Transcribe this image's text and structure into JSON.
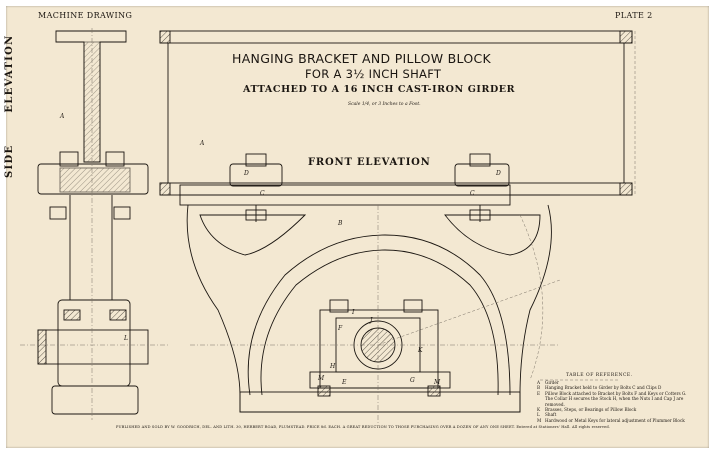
{
  "header": {
    "left": "MACHINE DRAWING",
    "right": "PLATE 2"
  },
  "title": {
    "line1": "HANGING BRACKET AND PILLOW BLOCK",
    "line2": "FOR A 3½ INCH SHAFT",
    "line3": "ATTACHED TO A 16 INCH CAST-IRON GIRDER",
    "scale": "Scale 1/4, or 3 Inches to a Foot."
  },
  "views": {
    "front": "FRONT ELEVATION",
    "side_word1": "SIDE",
    "side_word2": "ELEVATION"
  },
  "reference": {
    "title": "TABLE OF REFERENCE.",
    "items": [
      {
        "key": "A",
        "text": "Girder"
      },
      {
        "key": "B",
        "text": "Hanging Bracket held to Girder by Bolts C and Clips D"
      },
      {
        "key": "E",
        "text": "Pillow Block attached to Bracket by Bolts F and Keys or Cotters G. The Collar H secures the Stock H, when the Nuts I and Cap J are removed."
      },
      {
        "key": "K",
        "text": "Brasses, Steps, or Bearings of Pillow Block"
      },
      {
        "key": "L",
        "text": "Shaft"
      },
      {
        "key": "M",
        "text": "Hardwood or Metal Keys for lateral adjustment of Plummer Block"
      }
    ]
  },
  "footer": "PUBLISHED AND SOLD BY W. GOODRICH, DEL. AND LITH. 30, HERBERT ROAD, PLUMSTEAD.  PRICE 8d. EACH. A GREAT REDUCTION TO THOSE PURCHASING OVER A DOZEN OF ANY ONE SHEET.  Entered at Stationers' Hall.  All rights reserved.",
  "labels": {
    "A": "A",
    "B": "B",
    "C": "C",
    "D": "D",
    "E": "E",
    "F": "F",
    "G": "G",
    "H": "H",
    "I": "I",
    "J": "J",
    "K": "K",
    "L": "L",
    "M": "M"
  },
  "colors": {
    "paper": "#f3e8d2",
    "ink": "#1b1611",
    "dim": "#7a7266",
    "hatch": "#3a342c"
  }
}
